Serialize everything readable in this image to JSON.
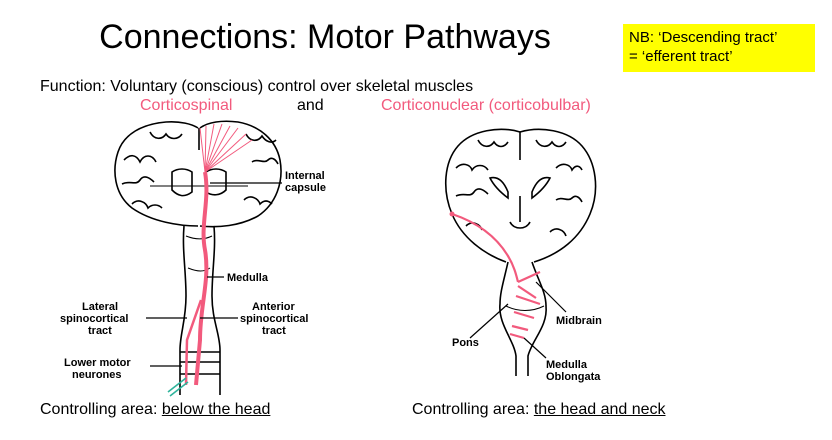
{
  "title": "Connections: Motor Pathways",
  "note": {
    "line1": "NB: ‘Descending tract’",
    "line2": "= ‘efferent tract’"
  },
  "function_text": "Function: Voluntary (conscious) control over skeletal muscles",
  "pathways": {
    "left": "Corticospinal",
    "connector": "and",
    "right": "Corticonuclear (corticobulbar)"
  },
  "left_diagram": {
    "labels": {
      "internal_capsule_1": "Internal",
      "internal_capsule_2": "capsule",
      "medulla": "Medulla",
      "lateral_1": "Lateral",
      "lateral_2": "spinocortical",
      "lateral_3": "tract",
      "anterior_1": "Anterior",
      "anterior_2": "spinocortical",
      "anterior_3": "tract",
      "lmn_1": "Lower motor",
      "lmn_2": "neurones"
    },
    "controlling_prefix": "Controlling area: ",
    "controlling_area": "below the head"
  },
  "right_diagram": {
    "labels": {
      "midbrain": "Midbrain",
      "pons": "Pons",
      "medulla_1": "Medulla",
      "medulla_2": "Oblongata"
    },
    "controlling_prefix": "Controlling area: ",
    "controlling_area": "the head and neck"
  },
  "colors": {
    "tract": "#f25a7d",
    "note_bg": "#ffff00",
    "green": "#2fb39b"
  }
}
